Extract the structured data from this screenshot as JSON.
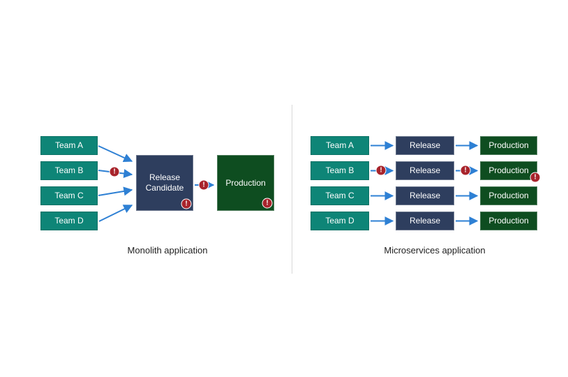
{
  "warning_glyph": "!",
  "colors": {
    "team": "#0E8577",
    "release": "#2E3E5E",
    "production": "#0E4D20",
    "arrow": "#2E80D4",
    "warning": "#A8242C",
    "divider": "#D8D8D8"
  },
  "monolith": {
    "caption": "Monolith application",
    "teams": [
      "Team A",
      "Team B",
      "Team C",
      "Team D"
    ],
    "release_candidate_label": "Release Candidate",
    "production_label": "Production"
  },
  "microservices": {
    "caption": "Microservices application",
    "rows": [
      {
        "team": "Team A",
        "release": "Release",
        "production": "Production"
      },
      {
        "team": "Team B",
        "release": "Release",
        "production": "Production"
      },
      {
        "team": "Team C",
        "release": "Release",
        "production": "Production"
      },
      {
        "team": "Team D",
        "release": "Release",
        "production": "Production"
      }
    ]
  }
}
